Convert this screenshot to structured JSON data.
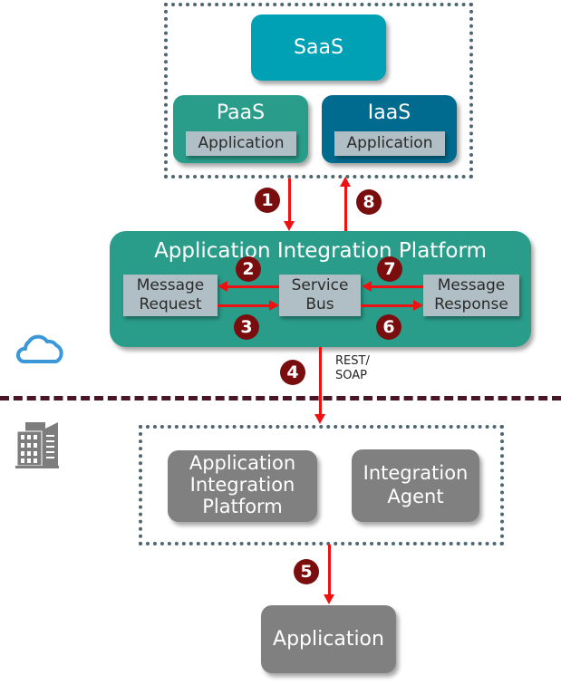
{
  "cloud": {
    "saas": "SaaS",
    "paas": {
      "label": "PaaS",
      "app": "Application"
    },
    "iaas": {
      "label": "IaaS",
      "app": "Application"
    }
  },
  "platform": {
    "title": "Application Integration Platform",
    "message_request": [
      "Message",
      "Request"
    ],
    "service_bus": [
      "Service",
      "Bus"
    ],
    "message_response": [
      "Message",
      "Response"
    ]
  },
  "protocol_label": [
    "REST/",
    "SOAP"
  ],
  "on_premise": {
    "aip": [
      "Application",
      "Integration",
      "Platform"
    ],
    "agent": [
      "Integration",
      "Agent"
    ],
    "application": "Application"
  },
  "steps": [
    "1",
    "2",
    "3",
    "4",
    "5",
    "6",
    "7",
    "8"
  ],
  "icons": {
    "cloud": "cloud-icon",
    "building": "building-icon"
  },
  "colors": {
    "saas": "#00a0b5",
    "paas": "#2a9d8a",
    "iaas": "#006b8e",
    "platform": "#2a9d8a",
    "on_premise_box": "#808080",
    "inner_box": "#b0bec5",
    "step_badge": "#7a0e0e",
    "flow_arrow": "#ee1111",
    "boundary_line": "#4a1525",
    "cloud_icon": "#3a98d8"
  }
}
